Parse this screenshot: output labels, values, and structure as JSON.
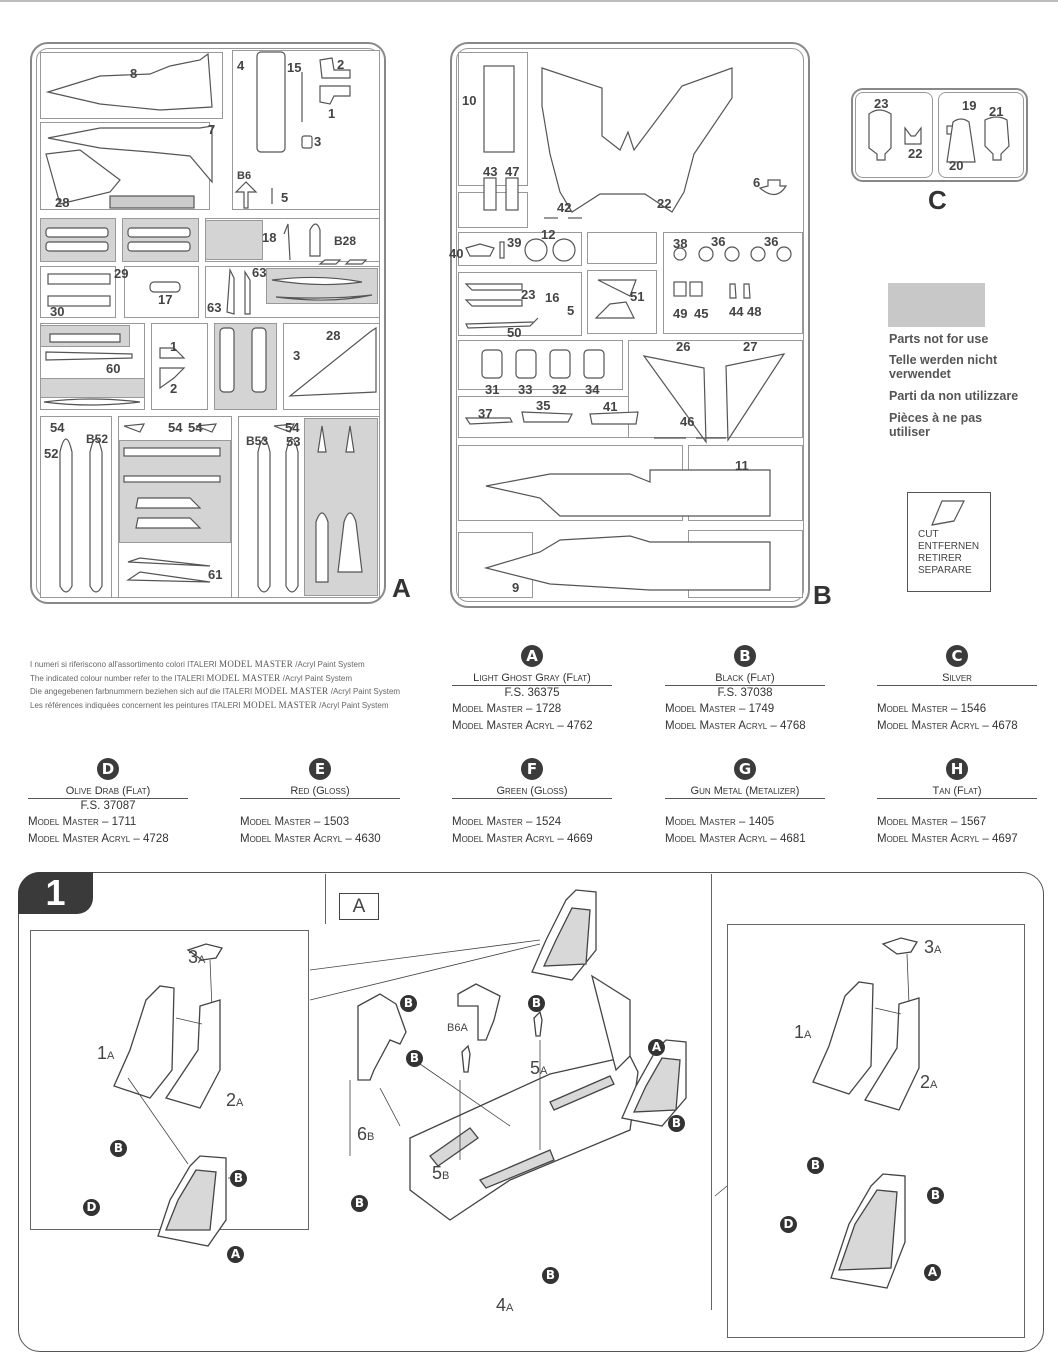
{
  "sprues": {
    "A": {
      "letter": "A",
      "part_numbers": [
        "8",
        "7",
        "28",
        "4",
        "15",
        "2",
        "1",
        "3",
        "B6",
        "5",
        "18",
        "B28",
        "29",
        "30",
        "17",
        "63",
        "63",
        "60",
        "1",
        "2",
        "3",
        "28",
        "54",
        "52",
        "B52",
        "54",
        "54",
        "B53",
        "53",
        "54",
        "61"
      ]
    },
    "B": {
      "letter": "B",
      "part_numbers": [
        "10",
        "43",
        "47",
        "42",
        "22",
        "6",
        "40",
        "39",
        "12",
        "38",
        "36",
        "36",
        "23",
        "16",
        "5",
        "50",
        "51",
        "49",
        "45",
        "44",
        "48",
        "31",
        "33",
        "32",
        "34",
        "37",
        "35",
        "41",
        "26",
        "27",
        "46",
        "11",
        "9"
      ]
    },
    "C": {
      "letter": "C",
      "part_numbers": [
        "23",
        "22",
        "19",
        "20",
        "21"
      ]
    }
  },
  "legend": {
    "not_for_use": [
      "Parts not for use",
      "Telle werden nicht verwendet",
      "Parti da non utilizzare",
      "Pièces à ne pas utiliser"
    ],
    "cut": [
      "CUT",
      "ENTFERNEN",
      "RETIRER",
      "SEPARARE"
    ]
  },
  "paint_notes": {
    "lines": [
      {
        "before": "I numeri si riferiscono all'assortimento colori ITALERI",
        "after": "/Acryl Paint System"
      },
      {
        "before": "The indicated colour number refer to the ITALERI",
        "after": "/Acryl Paint System"
      },
      {
        "before": "Die angegebenen farbnummern beziehen sich auf die ITALERI",
        "after": "/Acryl Paint System"
      },
      {
        "before": "Les références indiquées concernent les peintures ITALERI",
        "after": "/Acryl Paint System"
      }
    ],
    "logo": "MODEL MASTER"
  },
  "paints": [
    {
      "code": "A",
      "name": "Light Ghost Gray (Flat)",
      "fs": "F.S. 36375",
      "mm": "Model Master – 1728",
      "mma": "Model Master Acryl – 4762"
    },
    {
      "code": "B",
      "name": "Black (Flat)",
      "fs": "F.S. 37038",
      "mm": "Model Master – 1749",
      "mma": "Model Master Acryl – 4768"
    },
    {
      "code": "C",
      "name": "Silver",
      "fs": "",
      "mm": "Model Master – 1546",
      "mma": "Model Master Acryl – 4678"
    },
    {
      "code": "D",
      "name": "Olive Drab (Flat)",
      "fs": "F.S. 37087",
      "mm": "Model Master – 1711",
      "mma": "Model Master Acryl – 4728"
    },
    {
      "code": "E",
      "name": "Red (Gloss)",
      "fs": "",
      "mm": "Model Master – 1503",
      "mma": "Model Master Acryl – 4630"
    },
    {
      "code": "F",
      "name": "Green (Gloss)",
      "fs": "",
      "mm": "Model Master – 1524",
      "mma": "Model Master Acryl – 4669"
    },
    {
      "code": "G",
      "name": "Gun Metal (Metalizer)",
      "fs": "",
      "mm": "Model Master – 1405",
      "mma": "Model Master Acryl – 4681"
    },
    {
      "code": "H",
      "name": "Tan (Flat)",
      "fs": "",
      "mm": "Model Master – 1567",
      "mma": "Model Master Acryl – 4697"
    }
  ],
  "step1": {
    "number": "1",
    "inset_label": "A",
    "left_panel": {
      "labels": {
        "p3": "3",
        "p3s": "A",
        "p1": "1",
        "p1s": "A",
        "p2": "2",
        "p2s": "A"
      },
      "callouts": [
        "B",
        "B",
        "D",
        "A"
      ]
    },
    "center": {
      "labels": {
        "b6": "B6",
        "b6s": "A",
        "p5a": "5",
        "p5as": "A",
        "p6b": "6",
        "p6bs": "B",
        "p5b": "5",
        "p5bs": "B",
        "p4": "4",
        "p4s": "A"
      },
      "callouts": [
        "B",
        "B",
        "B",
        "A",
        "B",
        "B",
        "B"
      ]
    },
    "right_panel": {
      "labels": {
        "p3": "3",
        "p3s": "A",
        "p1": "1",
        "p1s": "A",
        "p2": "2",
        "p2s": "A"
      },
      "callouts": [
        "B",
        "B",
        "D",
        "A"
      ]
    }
  }
}
